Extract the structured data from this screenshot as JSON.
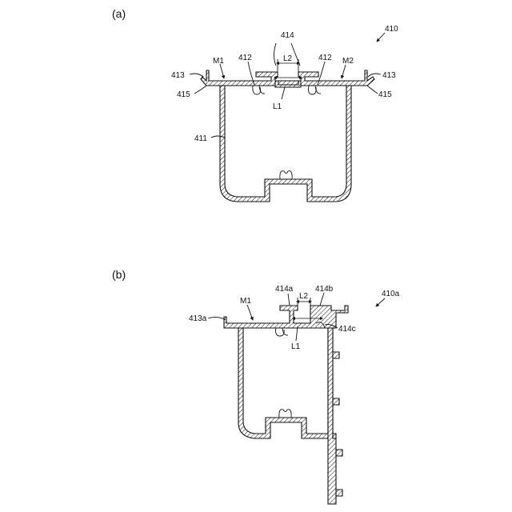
{
  "figures": {
    "a": {
      "caption": "(a)",
      "labels": {
        "ref_410": "410",
        "ref_414": "414",
        "ref_L2": "L2",
        "ref_M1": "M1",
        "ref_412_left": "412",
        "ref_412_right": "412",
        "ref_M2": "M2",
        "ref_413_left": "413",
        "ref_413_right": "413",
        "ref_415_left": "415",
        "ref_415_right": "415",
        "ref_L1": "L1",
        "ref_411": "411"
      }
    },
    "b": {
      "caption": "(b)",
      "labels": {
        "ref_414a": "414a",
        "ref_414b": "414b",
        "ref_410a": "410a",
        "ref_413a": "413a",
        "ref_M1": "M1",
        "ref_L2": "L2",
        "ref_414c": "414c",
        "ref_L1": "L1"
      }
    }
  }
}
